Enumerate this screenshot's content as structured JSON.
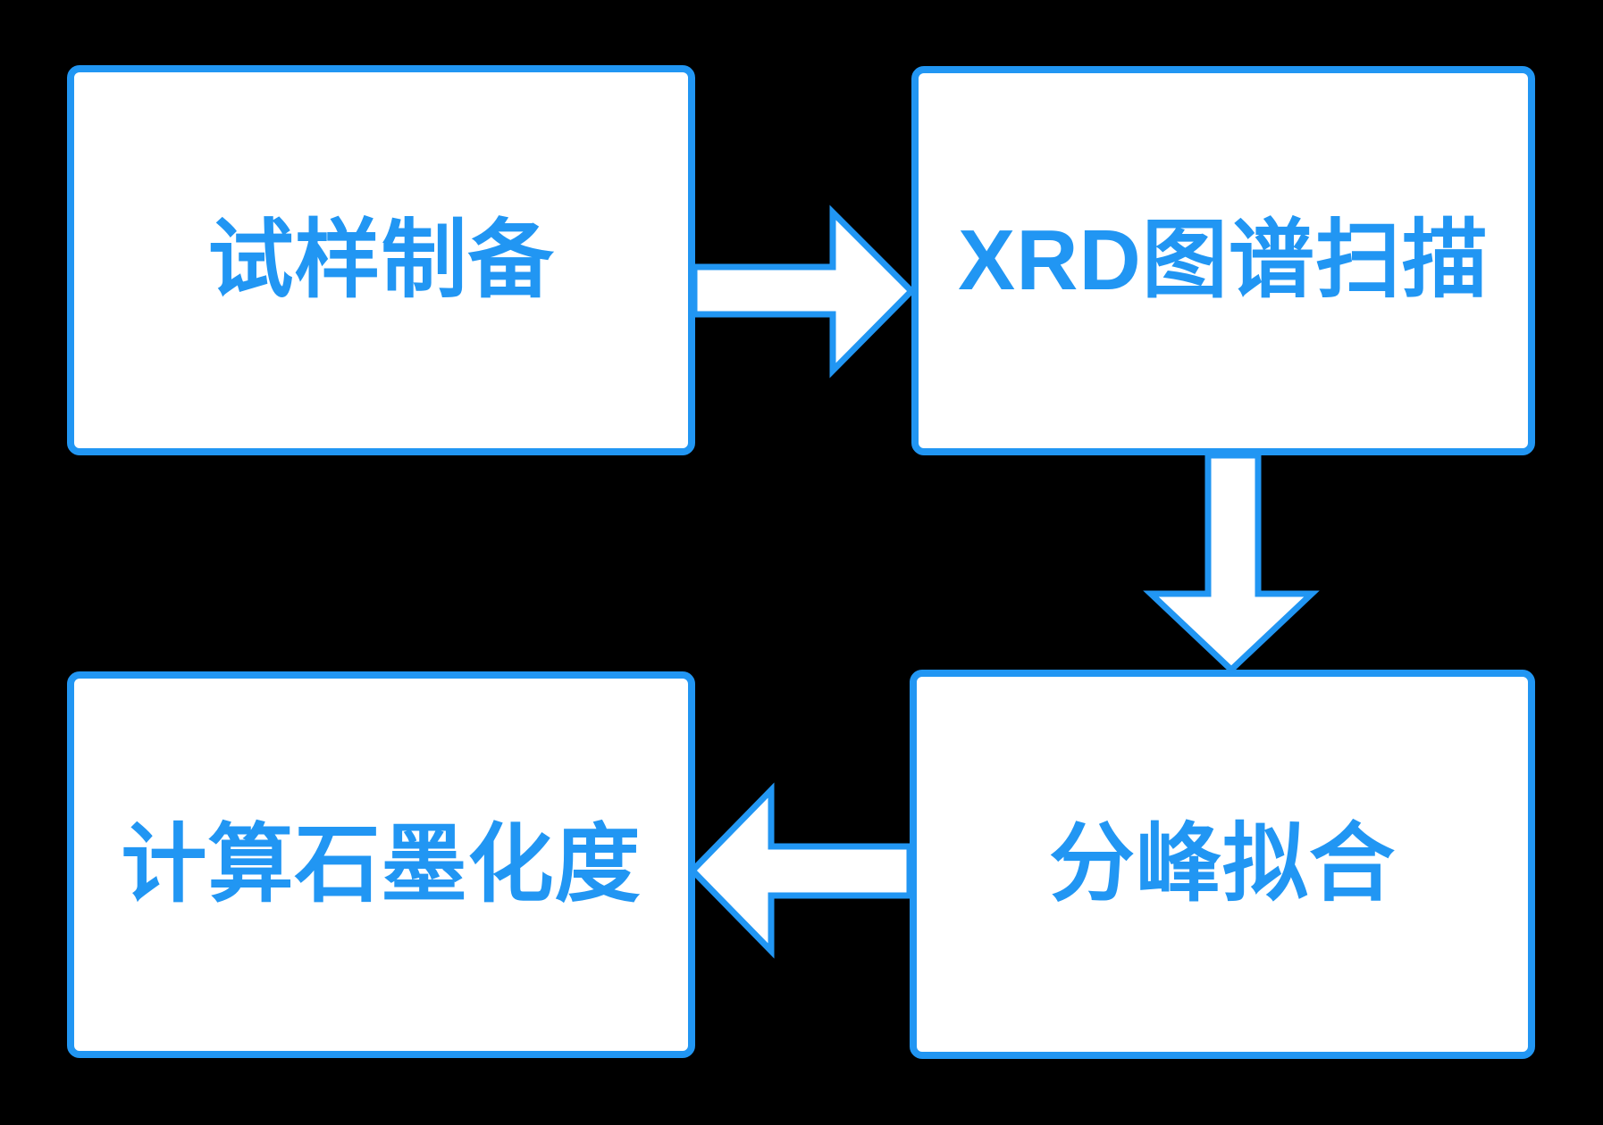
{
  "diagram": {
    "type": "flowchart",
    "background_color": "#000000",
    "accent_color": "#2196f3",
    "node_fill_color": "#ffffff",
    "nodes": [
      {
        "id": "sample-preparation",
        "label": "试样制备"
      },
      {
        "id": "xrd-pattern-scan",
        "label": "XRD图谱扫描"
      },
      {
        "id": "peak-fitting",
        "label": "分峰拟合"
      },
      {
        "id": "calc-graphitization",
        "label": "计算石墨化度"
      }
    ],
    "edges": [
      {
        "from": "sample-preparation",
        "to": "xrd-pattern-scan",
        "direction": "right"
      },
      {
        "from": "xrd-pattern-scan",
        "to": "peak-fitting",
        "direction": "down"
      },
      {
        "from": "peak-fitting",
        "to": "calc-graphitization",
        "direction": "left"
      }
    ]
  }
}
